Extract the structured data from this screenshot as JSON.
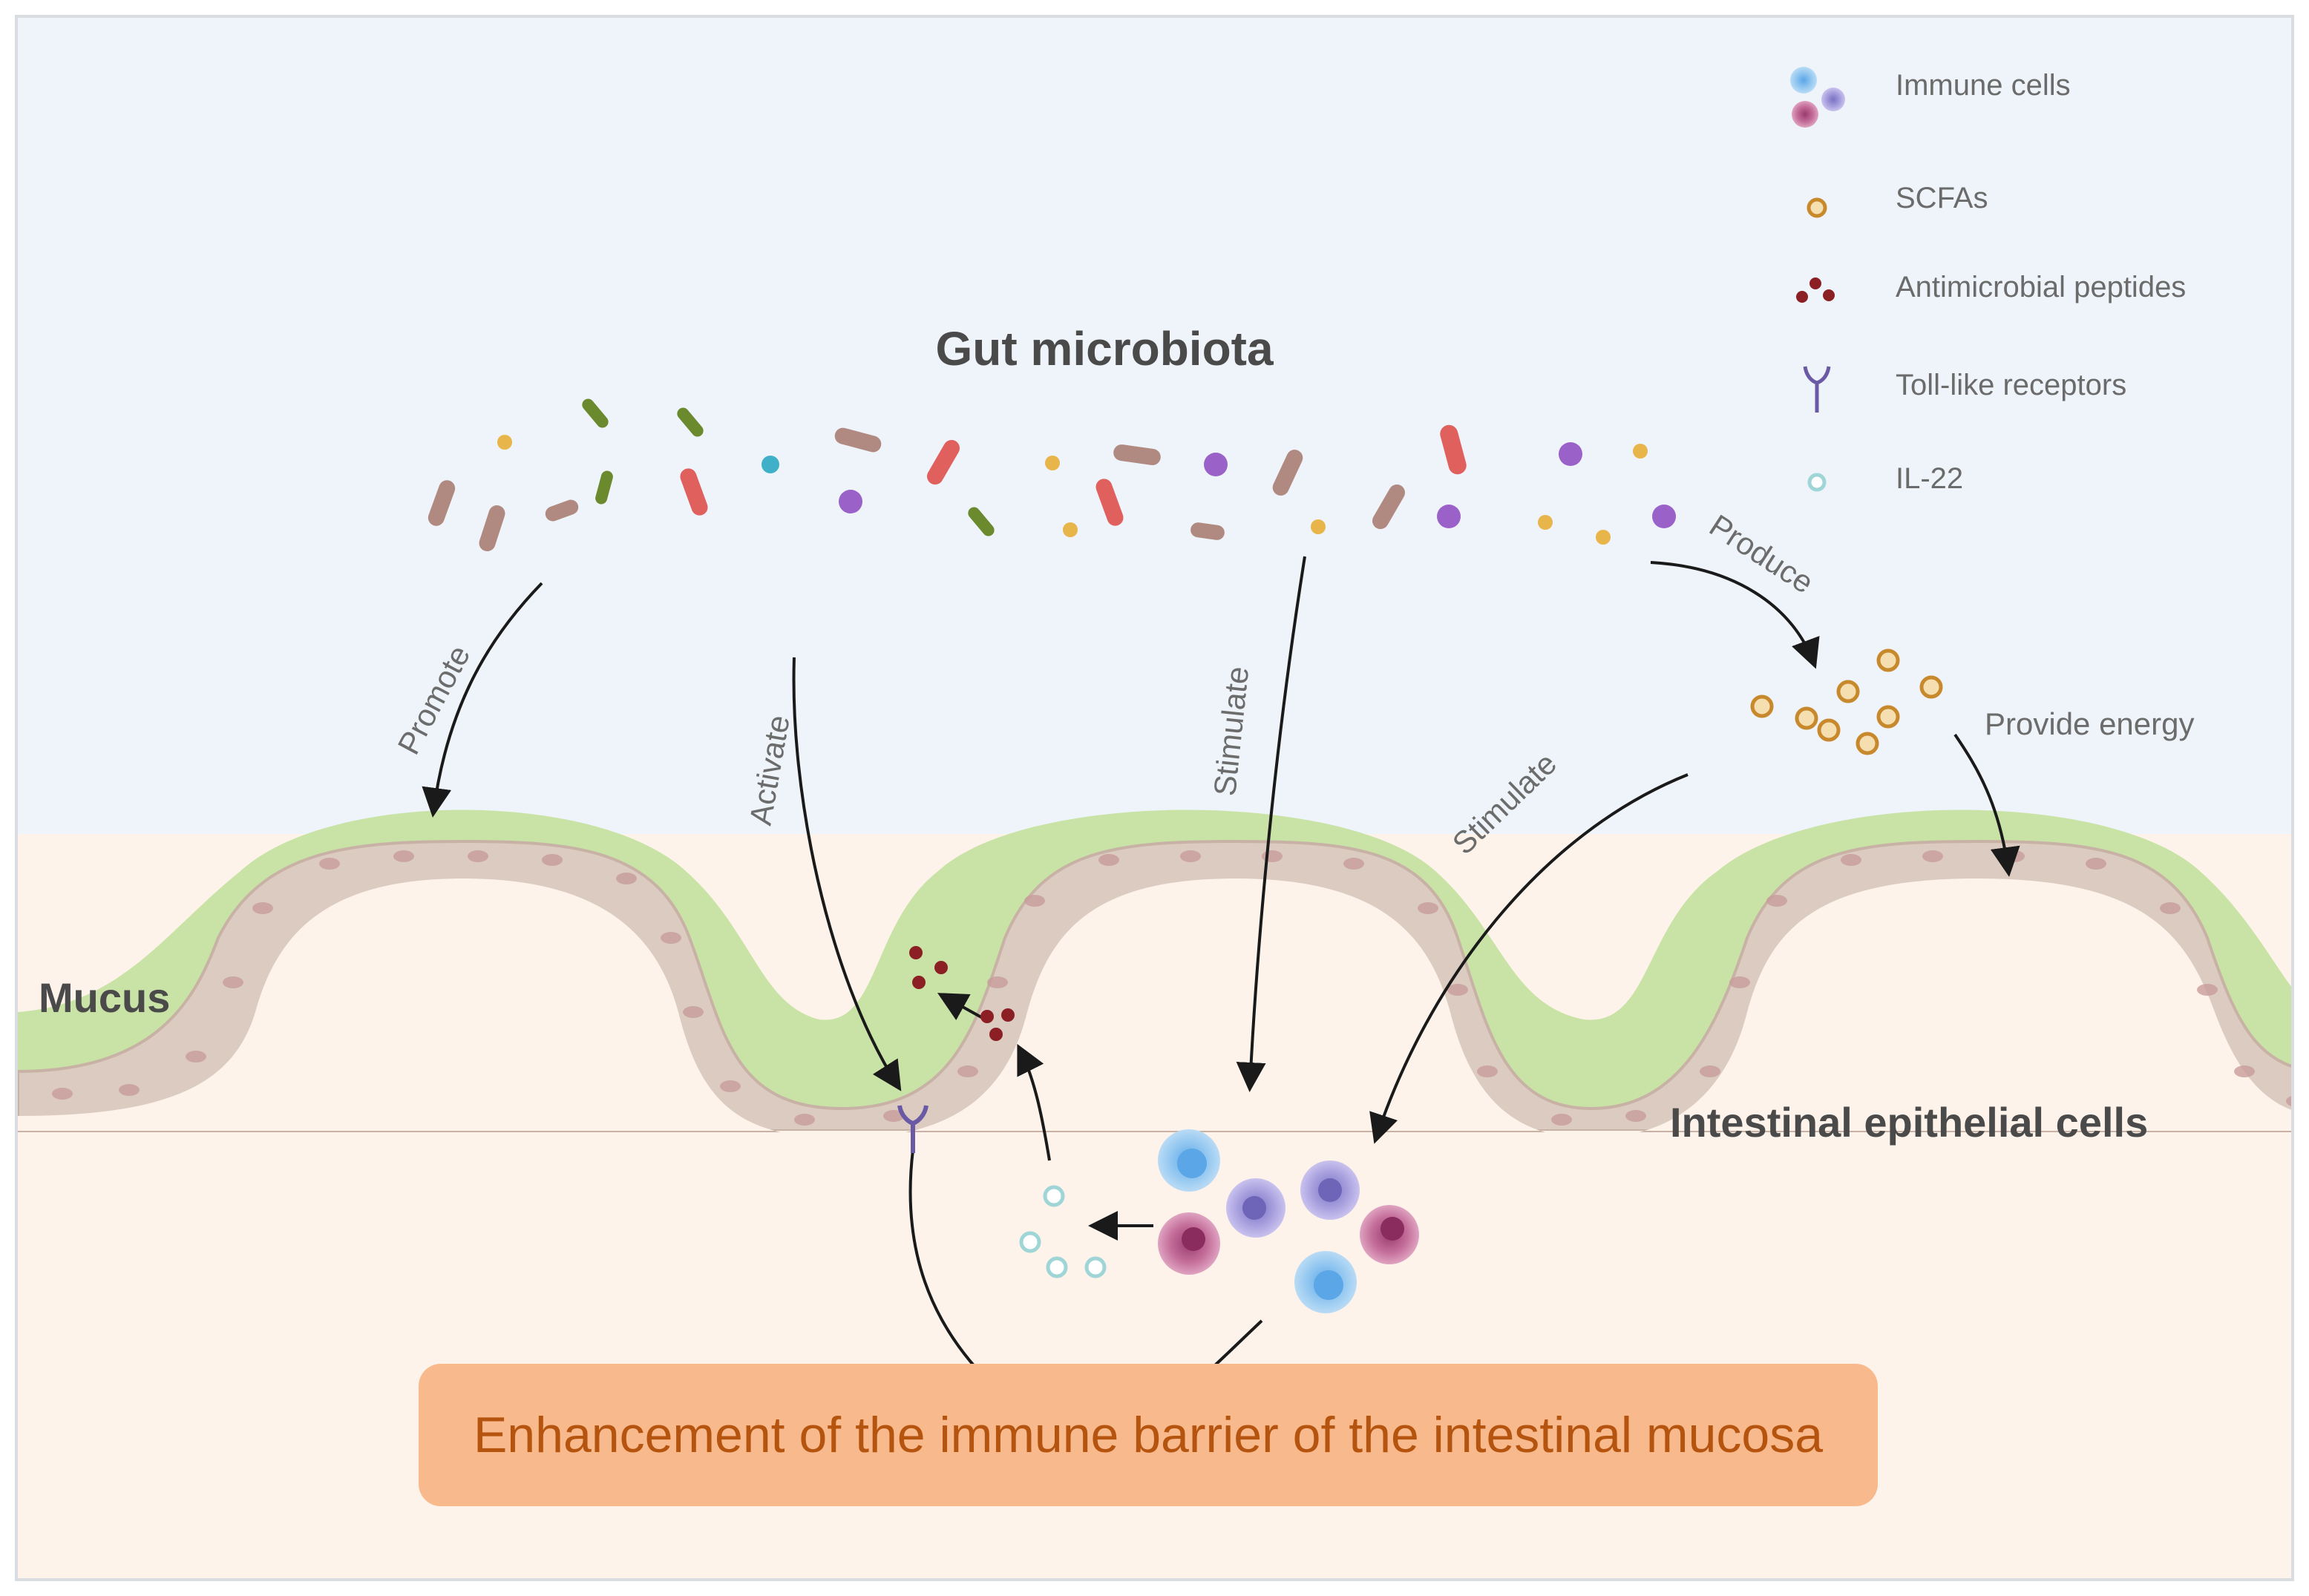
{
  "diagram": {
    "title": "Gut microbiota",
    "labels": {
      "mucus": "Mucus",
      "epithelium": "Intestinal epithelial cells",
      "promote": "Promote",
      "activate": "Activate",
      "stimulate_1": "Stimulate",
      "stimulate_2": "Stimulate",
      "produce": "Produce",
      "provide_energy": "Provide energy"
    },
    "legend": [
      {
        "icon": "immune-cells-icon",
        "label": "Immune cells"
      },
      {
        "icon": "scfa-icon",
        "label": "SCFAs"
      },
      {
        "icon": "antimicrobial-peptides-icon",
        "label": "Antimicrobial peptides"
      },
      {
        "icon": "toll-like-receptor-icon",
        "label": "Toll-like receptors"
      },
      {
        "icon": "il22-icon",
        "label": "IL-22"
      }
    ],
    "outcome": "Enhancement of the immune barrier of the intestinal mucosa",
    "colors": {
      "lumen": "#eef4fa",
      "tissue": "#fdf3ea",
      "mucus": "#c9e3a6",
      "epithelium": "#dccbc0",
      "outcome_box": "#f8b98c",
      "outcome_text": "#b5540f"
    }
  }
}
